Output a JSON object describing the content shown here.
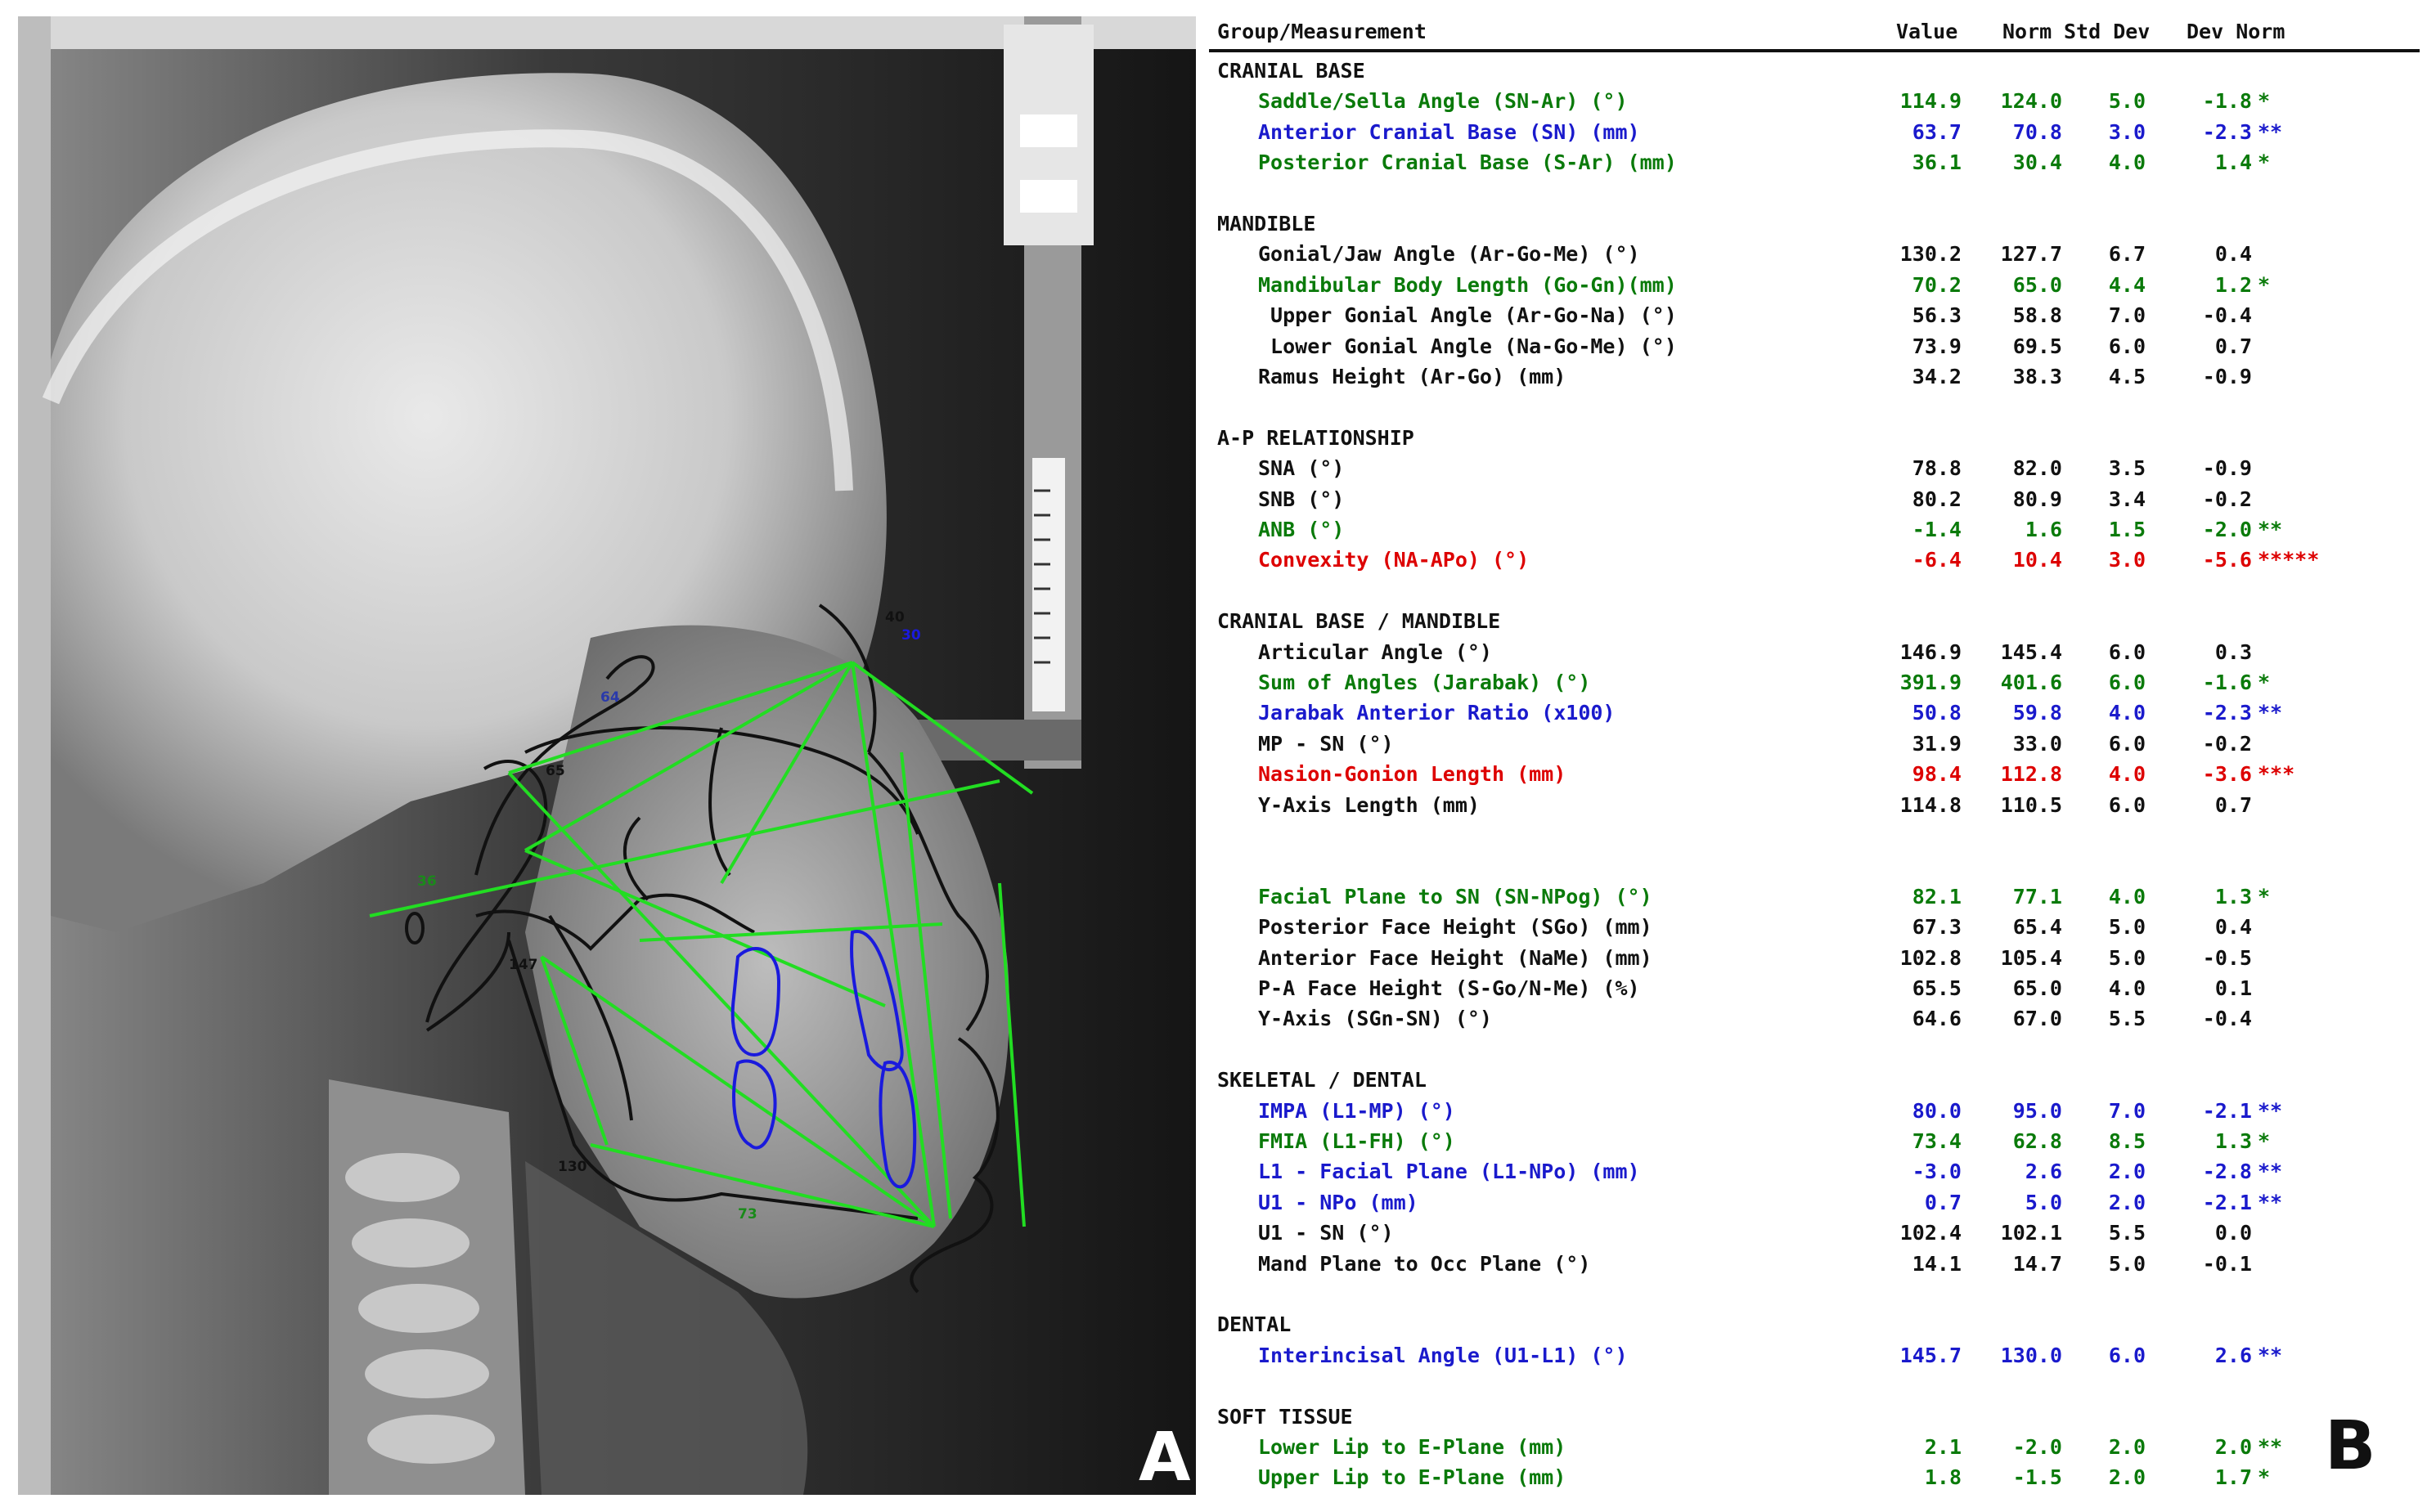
{
  "panel_a": {
    "letter": "A",
    "tracing_labels": [
      "64",
      "65",
      "36",
      "147",
      "130",
      "73",
      "40",
      "30"
    ]
  },
  "panel_b": {
    "letter": "B",
    "header": {
      "group": "Group/Measurement",
      "value": "Value",
      "norm": "Norm",
      "std_dev": "Std Dev",
      "dev_norm": "Dev Norm"
    },
    "colors": {
      "black": "#111111",
      "green": "#0a7a0a",
      "blue": "#1a1acc",
      "red": "#dd0000"
    },
    "rows": [
      {
        "kind": "group",
        "name": "CRANIAL BASE"
      },
      {
        "kind": "measure",
        "name": "Saddle/Sella Angle (SN-Ar) (°)",
        "value": "114.9",
        "norm": "124.0",
        "std": "5.0",
        "dev": "-1.8",
        "stars": "*",
        "color": "green"
      },
      {
        "kind": "measure",
        "name": "Anterior Cranial Base (SN) (mm)",
        "value": "63.7",
        "norm": "70.8",
        "std": "3.0",
        "dev": "-2.3",
        "stars": "**",
        "color": "blue"
      },
      {
        "kind": "measure",
        "name": "Posterior Cranial Base (S-Ar) (mm)",
        "value": "36.1",
        "norm": "30.4",
        "std": "4.0",
        "dev": "1.4",
        "stars": "*",
        "color": "green"
      },
      {
        "kind": "blank"
      },
      {
        "kind": "group",
        "name": "MANDIBLE"
      },
      {
        "kind": "measure",
        "name": "Gonial/Jaw Angle (Ar-Go-Me) (°)",
        "value": "130.2",
        "norm": "127.7",
        "std": "6.7",
        "dev": "0.4",
        "stars": "",
        "color": "black"
      },
      {
        "kind": "measure",
        "name": "Mandibular Body Length (Go-Gn)(mm)",
        "value": "70.2",
        "norm": "65.0",
        "std": "4.4",
        "dev": "1.2",
        "stars": "*",
        "color": "green"
      },
      {
        "kind": "measure",
        "name": " Upper Gonial Angle (Ar-Go-Na) (°)",
        "value": "56.3",
        "norm": "58.8",
        "std": "7.0",
        "dev": "-0.4",
        "stars": "",
        "color": "black"
      },
      {
        "kind": "measure",
        "name": " Lower Gonial Angle (Na-Go-Me) (°)",
        "value": "73.9",
        "norm": "69.5",
        "std": "6.0",
        "dev": "0.7",
        "stars": "",
        "color": "black"
      },
      {
        "kind": "measure",
        "name": "Ramus Height (Ar-Go) (mm)",
        "value": "34.2",
        "norm": "38.3",
        "std": "4.5",
        "dev": "-0.9",
        "stars": "",
        "color": "black"
      },
      {
        "kind": "blank"
      },
      {
        "kind": "group",
        "name": "A-P RELATIONSHIP"
      },
      {
        "kind": "measure",
        "name": "SNA (°)",
        "value": "78.8",
        "norm": "82.0",
        "std": "3.5",
        "dev": "-0.9",
        "stars": "",
        "color": "black"
      },
      {
        "kind": "measure",
        "name": "SNB (°)",
        "value": "80.2",
        "norm": "80.9",
        "std": "3.4",
        "dev": "-0.2",
        "stars": "",
        "color": "black"
      },
      {
        "kind": "measure",
        "name": "ANB (°)",
        "value": "-1.4",
        "norm": "1.6",
        "std": "1.5",
        "dev": "-2.0",
        "stars": "**",
        "color": "green"
      },
      {
        "kind": "measure",
        "name": "Convexity (NA-APo) (°)",
        "value": "-6.4",
        "norm": "10.4",
        "std": "3.0",
        "dev": "-5.6",
        "stars": "*****",
        "color": "red"
      },
      {
        "kind": "blank"
      },
      {
        "kind": "group",
        "name": "CRANIAL BASE / MANDIBLE"
      },
      {
        "kind": "measure",
        "name": "Articular Angle (°)",
        "value": "146.9",
        "norm": "145.4",
        "std": "6.0",
        "dev": "0.3",
        "stars": "",
        "color": "black"
      },
      {
        "kind": "measure",
        "name": "Sum of Angles (Jarabak) (°)",
        "value": "391.9",
        "norm": "401.6",
        "std": "6.0",
        "dev": "-1.6",
        "stars": "*",
        "color": "green"
      },
      {
        "kind": "measure",
        "name": "Jarabak Anterior Ratio (x100)",
        "value": "50.8",
        "norm": "59.8",
        "std": "4.0",
        "dev": "-2.3",
        "stars": "**",
        "color": "blue"
      },
      {
        "kind": "measure",
        "name": "MP - SN (°)",
        "value": "31.9",
        "norm": "33.0",
        "std": "6.0",
        "dev": "-0.2",
        "stars": "",
        "color": "black"
      },
      {
        "kind": "measure",
        "name": "Nasion-Gonion Length (mm)",
        "value": "98.4",
        "norm": "112.8",
        "std": "4.0",
        "dev": "-3.6",
        "stars": "***",
        "color": "red"
      },
      {
        "kind": "measure",
        "name": "Y-Axis Length (mm)",
        "value": "114.8",
        "norm": "110.5",
        "std": "6.0",
        "dev": "0.7",
        "stars": "",
        "color": "black"
      },
      {
        "kind": "blank"
      },
      {
        "kind": "blank"
      },
      {
        "kind": "measure",
        "name": "Facial Plane to SN (SN-NPog) (°)",
        "value": "82.1",
        "norm": "77.1",
        "std": "4.0",
        "dev": "1.3",
        "stars": "*",
        "color": "green"
      },
      {
        "kind": "measure",
        "name": "Posterior Face Height (SGo) (mm)",
        "value": "67.3",
        "norm": "65.4",
        "std": "5.0",
        "dev": "0.4",
        "stars": "",
        "color": "black"
      },
      {
        "kind": "measure",
        "name": "Anterior Face Height (NaMe) (mm)",
        "value": "102.8",
        "norm": "105.4",
        "std": "5.0",
        "dev": "-0.5",
        "stars": "",
        "color": "black"
      },
      {
        "kind": "measure",
        "name": "P-A Face Height (S-Go/N-Me) (%)",
        "value": "65.5",
        "norm": "65.0",
        "std": "4.0",
        "dev": "0.1",
        "stars": "",
        "color": "black"
      },
      {
        "kind": "measure",
        "name": "Y-Axis (SGn-SN) (°)",
        "value": "64.6",
        "norm": "67.0",
        "std": "5.5",
        "dev": "-0.4",
        "stars": "",
        "color": "black"
      },
      {
        "kind": "blank"
      },
      {
        "kind": "group",
        "name": "SKELETAL / DENTAL"
      },
      {
        "kind": "measure",
        "name": "IMPA (L1-MP) (°)",
        "value": "80.0",
        "norm": "95.0",
        "std": "7.0",
        "dev": "-2.1",
        "stars": "**",
        "color": "blue"
      },
      {
        "kind": "measure",
        "name": "FMIA (L1-FH) (°)",
        "value": "73.4",
        "norm": "62.8",
        "std": "8.5",
        "dev": "1.3",
        "stars": "*",
        "color": "green"
      },
      {
        "kind": "measure",
        "name": "L1 - Facial Plane (L1-NPo) (mm)",
        "value": "-3.0",
        "norm": "2.6",
        "std": "2.0",
        "dev": "-2.8",
        "stars": "**",
        "color": "blue"
      },
      {
        "kind": "measure",
        "name": "U1 - NPo (mm)",
        "value": "0.7",
        "norm": "5.0",
        "std": "2.0",
        "dev": "-2.1",
        "stars": "**",
        "color": "blue"
      },
      {
        "kind": "measure",
        "name": "U1 - SN (°)",
        "value": "102.4",
        "norm": "102.1",
        "std": "5.5",
        "dev": "0.0",
        "stars": "",
        "color": "black"
      },
      {
        "kind": "measure",
        "name": "Mand Plane to Occ Plane (°)",
        "value": "14.1",
        "norm": "14.7",
        "std": "5.0",
        "dev": "-0.1",
        "stars": "",
        "color": "black"
      },
      {
        "kind": "blank"
      },
      {
        "kind": "group",
        "name": "DENTAL"
      },
      {
        "kind": "measure",
        "name": "Interincisal Angle (U1-L1) (°)",
        "value": "145.7",
        "norm": "130.0",
        "std": "6.0",
        "dev": "2.6",
        "stars": "**",
        "color": "blue"
      },
      {
        "kind": "blank"
      },
      {
        "kind": "group",
        "name": "SOFT TISSUE"
      },
      {
        "kind": "measure",
        "name": "Lower Lip to E-Plane (mm)",
        "value": "2.1",
        "norm": "-2.0",
        "std": "2.0",
        "dev": "2.0",
        "stars": "**",
        "color": "green"
      },
      {
        "kind": "measure",
        "name": "Upper Lip to E-Plane (mm)",
        "value": "1.8",
        "norm": "-1.5",
        "std": "2.0",
        "dev": "1.7",
        "stars": "*",
        "color": "green"
      }
    ]
  }
}
